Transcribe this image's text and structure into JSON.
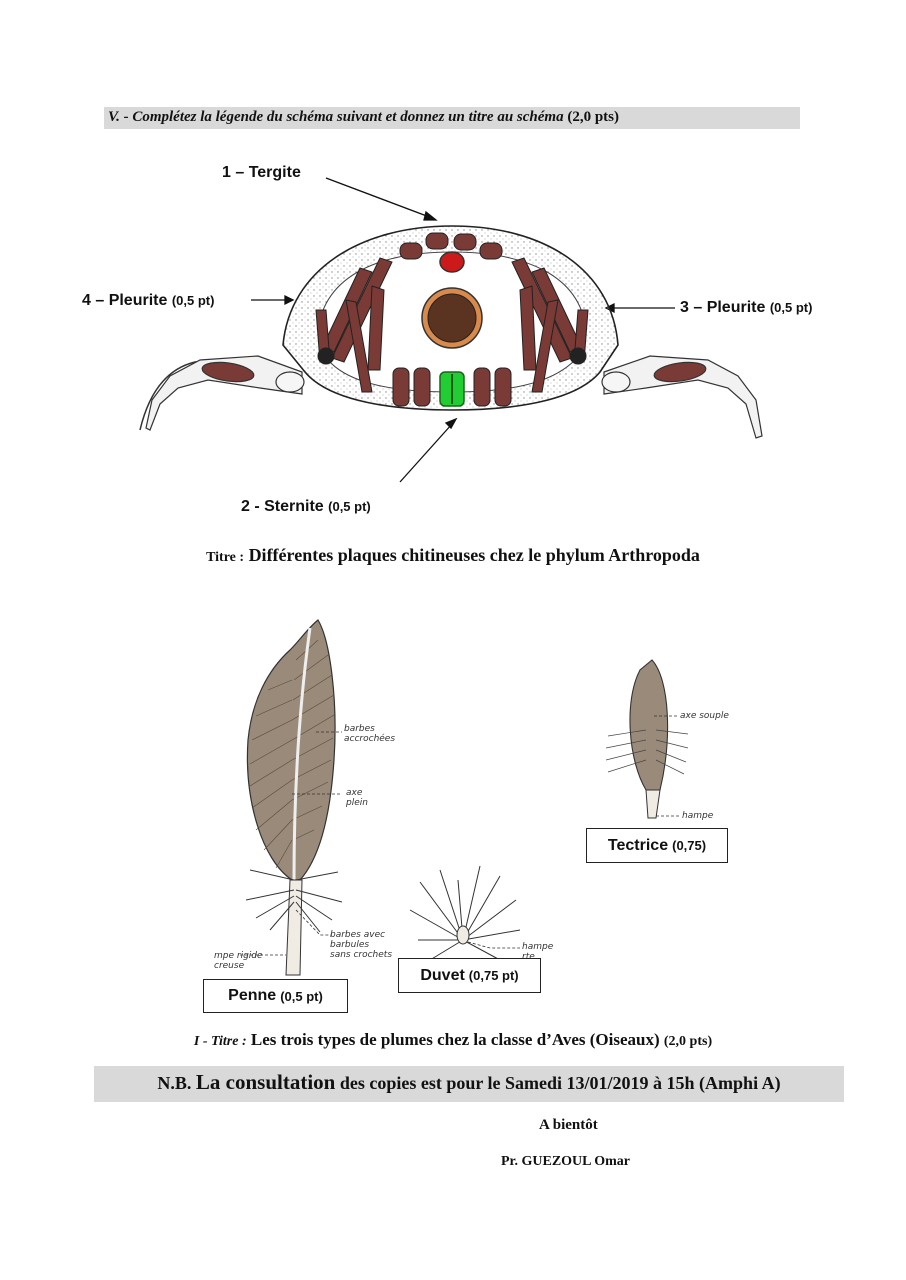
{
  "question": {
    "text": "V. - Complétez la légende du schéma suivant et donnez un titre au schéma",
    "points": "(2,0 pts)"
  },
  "diagram1": {
    "labels": {
      "tergite": "1 – Tergite",
      "sternite": "2 -  Sternite",
      "sternite_pts": "(0,5 pt)",
      "pleurite_right": "3 – Pleurite",
      "pleurite_right_pts": "(0,5 pt)",
      "pleurite_left": "4 – Pleurite",
      "pleurite_left_pts": "(0,5 pt)"
    },
    "title_prefix": "Titre :",
    "title": "Différentes plaques chitineuses chez le phylum Arthropoda"
  },
  "diagram2": {
    "penne": {
      "name": "Penne",
      "pts": "(0,5 pt)"
    },
    "duvet": {
      "name": "Duvet",
      "pts": "(0,75 pt)"
    },
    "tectrice": {
      "name": "Tectrice",
      "pts": "(0,75)"
    },
    "figure_labels": {
      "barbes_1": "barbes",
      "barbes_2": "accrochées",
      "axe_1": "axe",
      "axe_2": "plein",
      "barbes_avec_1": "barbes avec",
      "barbes_avec_2": "barbules",
      "barbes_avec_3": "sans crochets",
      "hampe_rigide_1": "mpe rigide",
      "hampe_rigide_2": "creuse",
      "duvet_hampe_1": "hampe",
      "duvet_hampe_2": "rte",
      "axe_souple": "axe souple",
      "tectrice_hampe": "hampe"
    },
    "title_prefix": "I - Titre :",
    "title": "Les trois types de plumes chez la classe d’Aves (Oiseaux)",
    "title_pts": "(2,0 pts)"
  },
  "note": {
    "prefix": "N.B.",
    "highlight": "La consultation",
    "rest": "des copies est pour le Samedi 13/01/2019 à 15h (Amphi A)"
  },
  "closing": "A bientôt",
  "signature": "Pr. GUEZOUL Omar"
}
